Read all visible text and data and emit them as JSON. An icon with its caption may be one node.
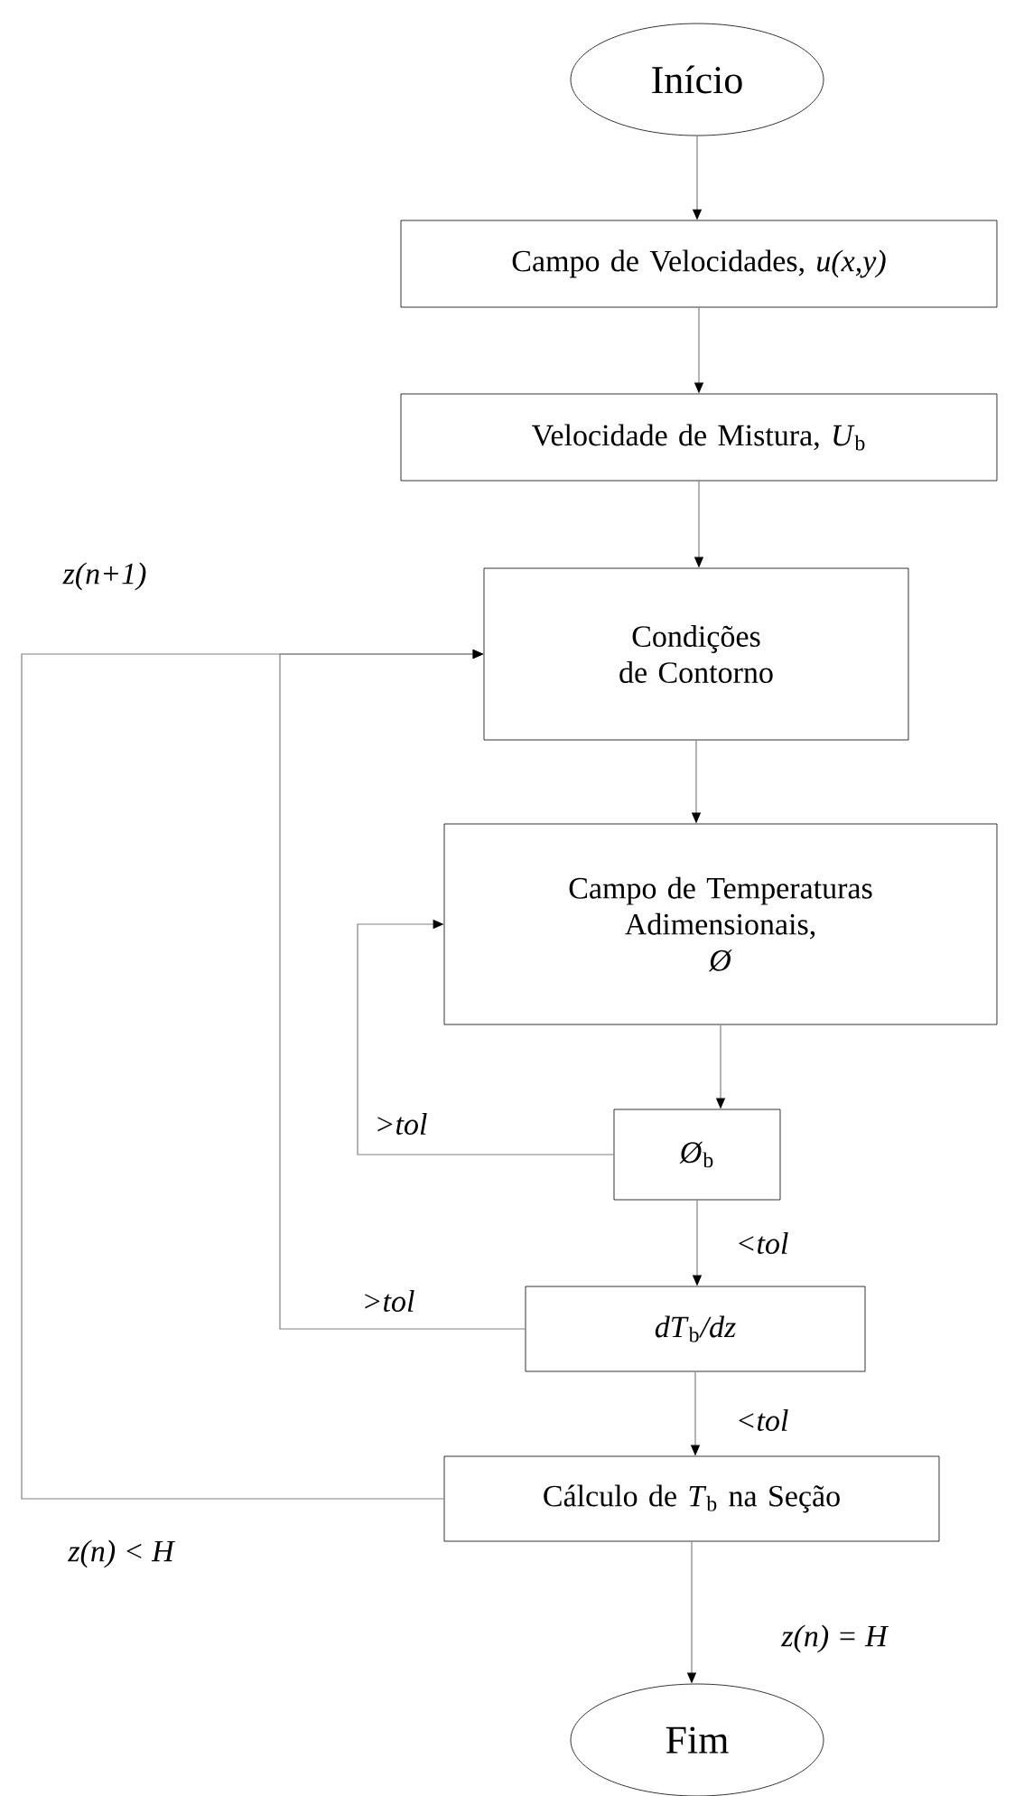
{
  "diagram": {
    "nodes": [
      {
        "text": [
          "Início"
        ]
      },
      {
        "text": [
          "Campo de Velocidades, *u(x,y)*"
        ]
      },
      {
        "text": [
          "Velocidade de Mistura, *U*$_{b}$"
        ]
      },
      {
        "text": [
          "Condições de Contorno"
        ]
      },
      {
        "text": [
          "Campo de Temperaturas Adimensionais,",
          "*Ø*"
        ]
      },
      {
        "text": [
          "*Ø*$_{b}$"
        ]
      },
      {
        "text": [
          "*dT*$_{b}$*/dz*"
        ]
      },
      {
        "text": [
          "Cálculo de *T*$_{b}$ na Seção"
        ]
      },
      {
        "text": [
          "Fim"
        ]
      }
    ],
    "edges": [
      {
        "from": 0,
        "to": 1,
        "arrow": "to"
      },
      {
        "from": 1,
        "to": 2,
        "arrow": "to"
      },
      {
        "from": 2,
        "to": 3,
        "arrow": "to"
      },
      {
        "from": 3,
        "to": 4,
        "arrow": "to"
      },
      {
        "from": 4,
        "to": 5,
        "arrow": "to"
      },
      {
        "from": 5,
        "to": 4,
        "arrow": "to",
        "label": ">tol"
      },
      {
        "from": 5,
        "to": 6,
        "arrow": "to",
        "label": "<tol"
      },
      {
        "from": 6,
        "to": 3,
        "arrow": "to",
        "label": ">tol"
      },
      {
        "from": 6,
        "to": 7,
        "arrow": "to",
        "label": "<tol"
      },
      {
        "from": 7,
        "to": 3,
        "arrow": "to",
        "label": "z(n) < H"
      },
      {
        "from": 7,
        "to": 8,
        "arrow": "to",
        "label": "z(n) = H"
      }
    ],
    "labels": [
      "z(n+1)"
    ]
  }
}
